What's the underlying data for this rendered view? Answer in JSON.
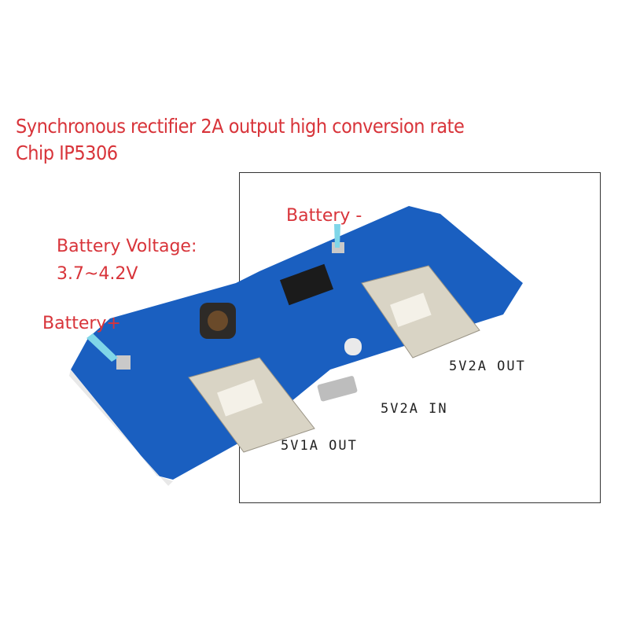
{
  "headline": {
    "line1": "Synchronous rectifier 2A output high conversion rate",
    "line2": "Chip IP5306"
  },
  "labels": {
    "battery_minus": "Battery -",
    "battery_voltage": "Battery Voltage:",
    "voltage_range": "3.7~4.2V",
    "battery_plus": "Battery+",
    "out_2a": "5V2A OUT",
    "in_2a": "5V2A IN",
    "out_1a": "5V1A OUT"
  },
  "colors": {
    "headline": "#d8343a",
    "board": "#1a5fc0"
  }
}
